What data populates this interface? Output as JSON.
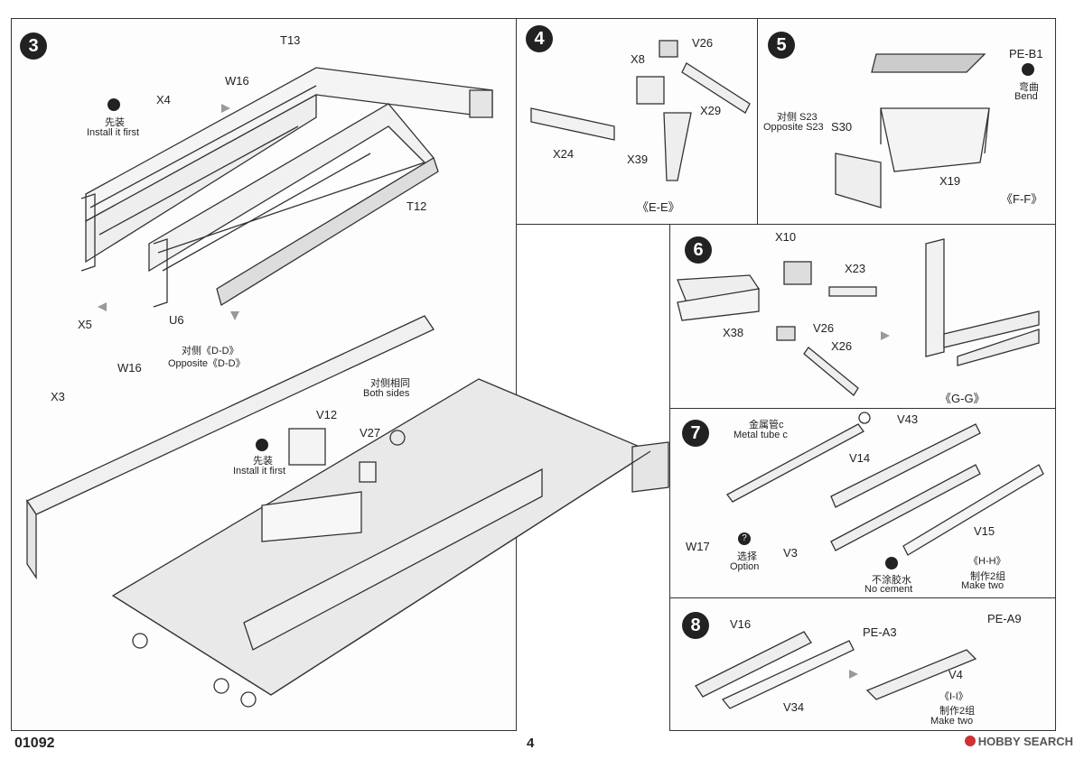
{
  "footer": {
    "code": "01092",
    "page": "4",
    "watermark": "HOBBY SEARCH"
  },
  "step3": {
    "number": "3",
    "parts": [
      "T13",
      "X4",
      "W16",
      "T12",
      "U6",
      "X5",
      "W16",
      "X3",
      "V12",
      "V27"
    ],
    "install_first_cn": "先装",
    "install_first_en": "Install it first",
    "opposite_cn": "对侧《D-D》",
    "opposite_en": "Opposite《D-D》",
    "both_sides_cn": "对侧相同",
    "both_sides_en": "Both sides"
  },
  "step4": {
    "number": "4",
    "parts": [
      "V26",
      "X8",
      "X29",
      "X24",
      "X39"
    ],
    "view": "《E-E》"
  },
  "step5": {
    "number": "5",
    "parts": [
      "PE-B1",
      "S30",
      "X19"
    ],
    "bend_cn": "弯曲",
    "bend_en": "Bend",
    "opposite_cn": "对侧 S23",
    "opposite_en": "Opposite S23",
    "view": "《F-F》"
  },
  "step6": {
    "number": "6",
    "parts": [
      "X10",
      "X23",
      "X38",
      "V26",
      "X26"
    ],
    "view": "《G-G》"
  },
  "step7": {
    "number": "7",
    "parts": [
      "V43",
      "V14",
      "W17",
      "V3",
      "V15"
    ],
    "metal_cn": "金属管c",
    "metal_en": "Metal tube c",
    "option_cn": "选择",
    "option_en": "Option",
    "nocement_cn": "不涂胶水",
    "nocement_en": "No cement",
    "view": "《H-H》",
    "make_cn": "制作2组",
    "make_en": "Make two"
  },
  "step8": {
    "number": "8",
    "parts": [
      "V16",
      "PE-A3",
      "PE-A9",
      "V4",
      "V34"
    ],
    "view": "《I-I》",
    "make_cn": "制作2组",
    "make_en": "Make two"
  }
}
